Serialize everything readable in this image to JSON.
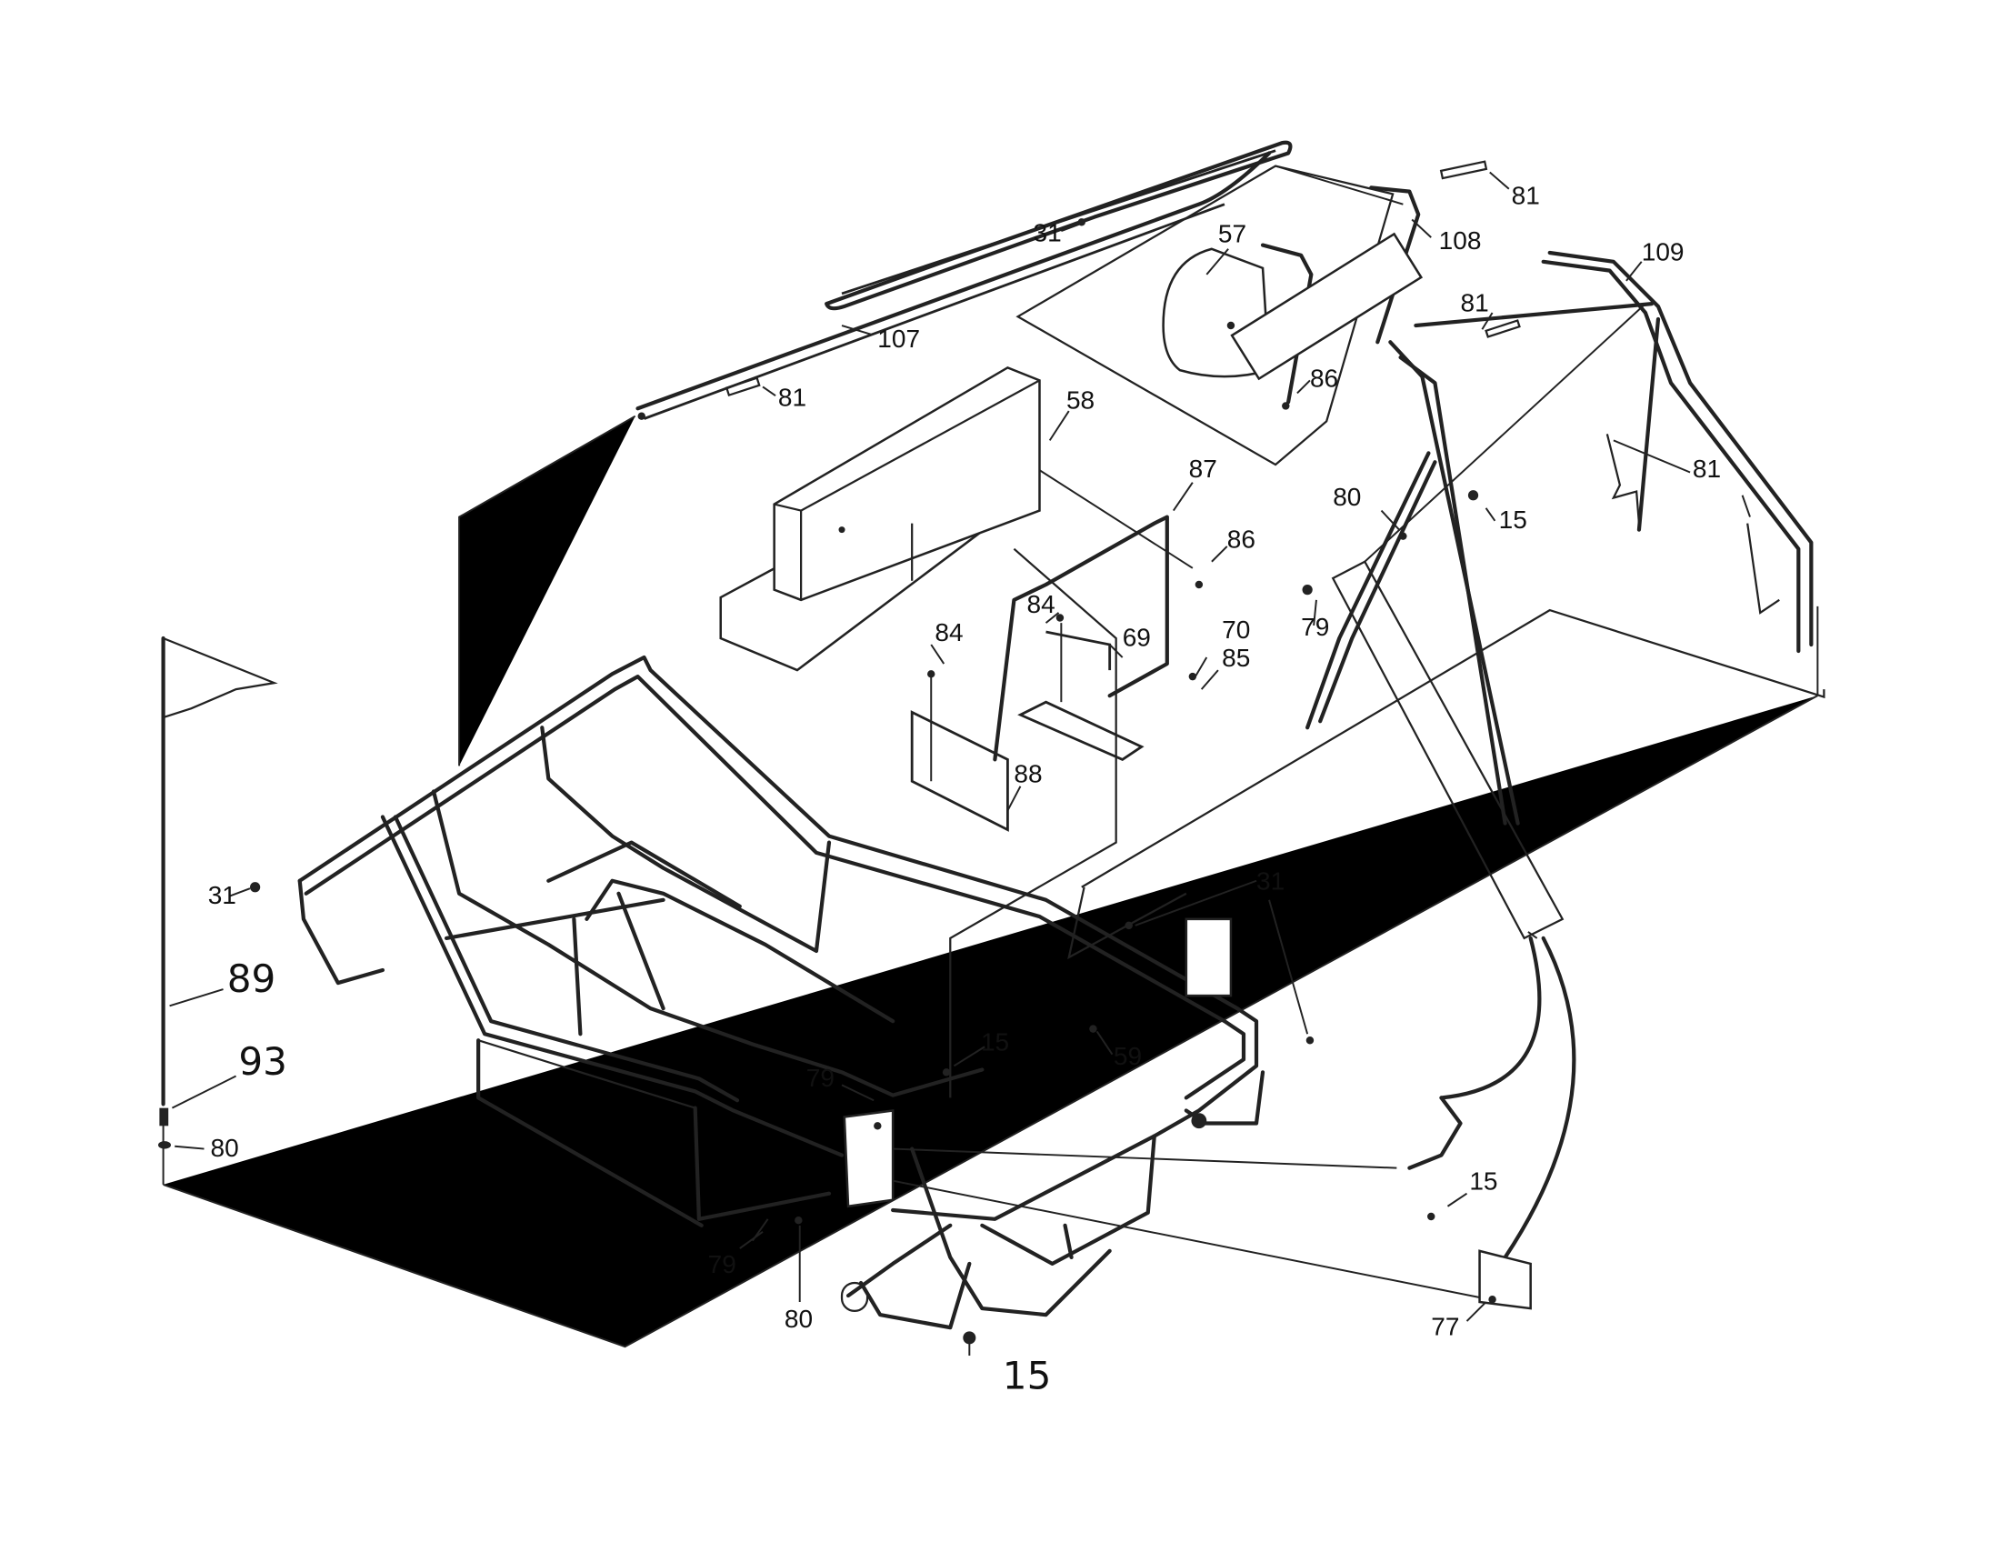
{
  "diagram": {
    "labels": [
      {
        "id": "107",
        "text": "107"
      },
      {
        "id": "81a",
        "text": "81"
      },
      {
        "id": "31a",
        "text": "31"
      },
      {
        "id": "81b",
        "text": "81"
      },
      {
        "id": "108",
        "text": "108"
      },
      {
        "id": "57",
        "text": "57"
      },
      {
        "id": "109",
        "text": "109"
      },
      {
        "id": "81c",
        "text": "81"
      },
      {
        "id": "86a",
        "text": "86"
      },
      {
        "id": "58",
        "text": "58"
      },
      {
        "id": "87",
        "text": "87"
      },
      {
        "id": "81d",
        "text": "81"
      },
      {
        "id": "80a",
        "text": "80"
      },
      {
        "id": "15a",
        "text": "15"
      },
      {
        "id": "86b",
        "text": "86"
      },
      {
        "id": "79a",
        "text": "79"
      },
      {
        "id": "84a",
        "text": "84"
      },
      {
        "id": "84b",
        "text": "84"
      },
      {
        "id": "69",
        "text": "69"
      },
      {
        "id": "70",
        "text": "70"
      },
      {
        "id": "85",
        "text": "85"
      },
      {
        "id": "88",
        "text": "88"
      },
      {
        "id": "31b",
        "text": "31"
      },
      {
        "id": "31c",
        "text": "31"
      },
      {
        "id": "89",
        "text": "89"
      },
      {
        "id": "93",
        "text": "93"
      },
      {
        "id": "80b",
        "text": "80"
      },
      {
        "id": "15b",
        "text": "15"
      },
      {
        "id": "79b",
        "text": "79"
      },
      {
        "id": "59",
        "text": "59"
      },
      {
        "id": "15c",
        "text": "15"
      },
      {
        "id": "79c",
        "text": "79"
      },
      {
        "id": "80c",
        "text": "80"
      },
      {
        "id": "77",
        "text": "77"
      },
      {
        "id": "15d",
        "text": "15"
      }
    ]
  }
}
